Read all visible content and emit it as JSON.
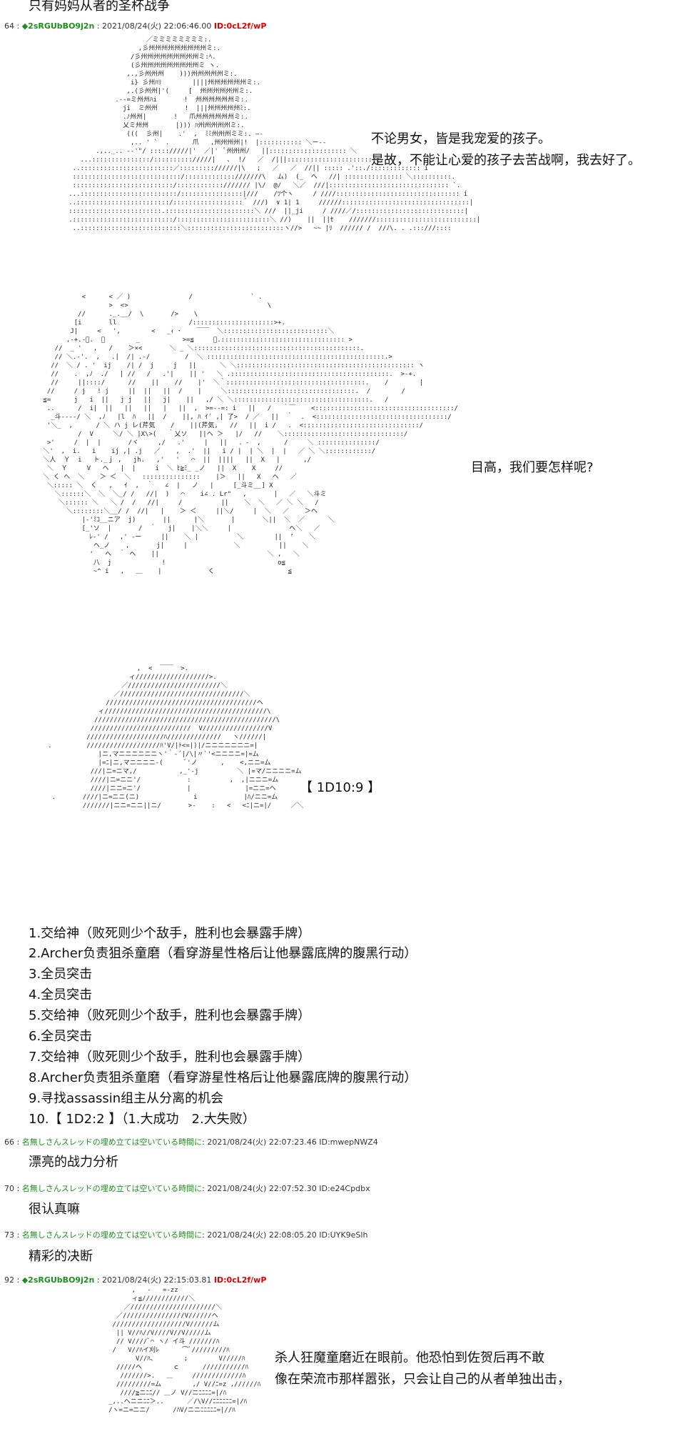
{
  "top_title": "只有妈妈从者的圣杯战争",
  "posts": [
    {
      "num": "64 :",
      "name": "2sRGUbBO9j2n",
      "date": "2021/08/24(火) 22:06:46.00",
      "id": "ID:0cL2f/wP"
    },
    {
      "num": "66 :",
      "name": "名無しさんスレッドの埋め立ては空いている時間に",
      "date": ": 2021/08/24(火) 22:07:23.46",
      "id": "ID:mwepNWZ4"
    },
    {
      "num": "70 :",
      "name": "名無しさんスレッドの埋め立ては空いている時間に",
      "date": ": 2021/08/24(火) 22:07:52.30",
      "id": "ID:e24Cpdbx"
    },
    {
      "num": "73 :",
      "name": "名無しさんスレッドの埋め立ては空いている時間に",
      "date": ": 2021/08/24(火) 22:08:05.20",
      "id": "ID:UYK9eSlh"
    },
    {
      "num": "92 :",
      "name": "2sRGUbBO9j2n",
      "date": "2021/08/24(火) 22:15:03.81",
      "id": "ID:0cL2f/wP"
    }
  ],
  "dialogue": {
    "line1": "不论男女，皆是我宠爱的孩子。",
    "line2": "是故，不能让心爱的孩子去苦战啊，我去好了。",
    "line3": "目高，我们要怎样呢?",
    "roll": "【 1D10:9 】"
  },
  "options": [
    "1.交给神（败死则少个敌手，胜利也会暴露手牌）",
    "2.Archer负责狙杀童磨（看穿游星性格后让他暴露底牌的腹黑行动）",
    "3.全员突击",
    "4.全员突击",
    "5.交给神（败死则少个敌手，胜利也会暴露手牌）",
    "6.全员突击",
    "7.交给神（败死则少个敌手，胜利也会暴露手牌）",
    "8.Archer负责狙杀童磨（看穿游星性格后让他暴露底牌的腹黑行动）",
    "9.寻找assassin组主从分离的机会",
    "10.【 1D2:2 】（1.大成功　2.大失败）"
  ],
  "replies": {
    "r66": "漂亮的战力分析",
    "r70": "很认真嘛",
    "r73": "精彩的决断"
  },
  "final": {
    "line1": "杀人狂魔童磨近在眼前。他恐怕到佐贺后再不敢",
    "line2": "像在荣流市那样嚣张，只会让自己的从者单独出击，"
  }
}
